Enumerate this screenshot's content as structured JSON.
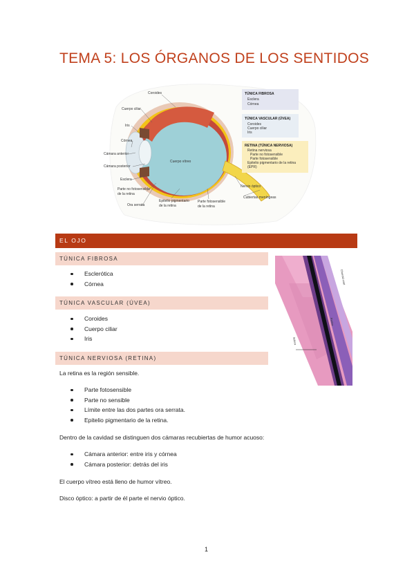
{
  "title": "TEMA 5: LOS ÓRGANOS DE LOS SENTIDOS",
  "figure": {
    "labels_left": [
      "Coroides",
      "Cuerpo ciliar",
      "Iris",
      "Córnea",
      "Cámara anterior",
      "Cámara posterior",
      "Esclera",
      "Parte no fotosensible",
      "de la retina",
      "Ora serrata"
    ],
    "labels_bottom": [
      "Epitelio pigmentario",
      "de la retina",
      "Parte fotosensible",
      "de la retina",
      "Cubiertas meníngeas",
      "Nervio óptico"
    ],
    "label_center": "Cuerpo vítreo",
    "legend_fibrosa": {
      "title": "TÚNICA FIBROSA",
      "items": [
        "Esclera",
        "Córnea"
      ]
    },
    "legend_vascular": {
      "title": "TÚNICA VASCULAR (ÚVEA)",
      "items": [
        "Coroides",
        "Cuerpo ciliar",
        "Iris"
      ]
    },
    "legend_retina": {
      "title": "RETINA (TÚNICA NERVIOSA)",
      "items": [
        "Retina nerviosa",
        "Parte no fotosensible",
        "Parte fotosensible",
        "Epitelio pigmentario de la retina",
        "(EPR)"
      ]
    }
  },
  "histology_labels": [
    "Choroid coat",
    "Retina",
    "Sclera"
  ],
  "section": "EL OJO",
  "sub1": {
    "title": "TÚNICA FIBROSA",
    "items": [
      "Esclerótica",
      "Córnea"
    ]
  },
  "sub2": {
    "title": "TÚNICA VASCULAR (ÚVEA)",
    "items": [
      "Coroides",
      "Cuerpo ciliar",
      "Iris"
    ]
  },
  "sub3": {
    "title": "TÚNICA NERVIOSA (RETINA)",
    "items": [
      "Parte fotosensible",
      "Parte no sensible",
      "Límite entre las dos partes ora serrata.",
      "Epitelio pigmentario de la retina."
    ]
  },
  "para1": "La retina es la región sensible.",
  "para2": "Dentro de la cavidad se distinguen dos cámaras recubiertas de humor acuoso:",
  "chambers": [
    "Cámara anterior: entre iris y córnea",
    "Cámara posterior: detrás del iris"
  ],
  "para3": "El cuerpo vítreo está lleno de humor vítreo.",
  "para4": "Disco óptico: a partir de él parte el nervio óptico.",
  "page_number": "1",
  "colors": {
    "accent": "#b83a14",
    "subbar": "#f6d7cc",
    "title": "#c0401c"
  }
}
